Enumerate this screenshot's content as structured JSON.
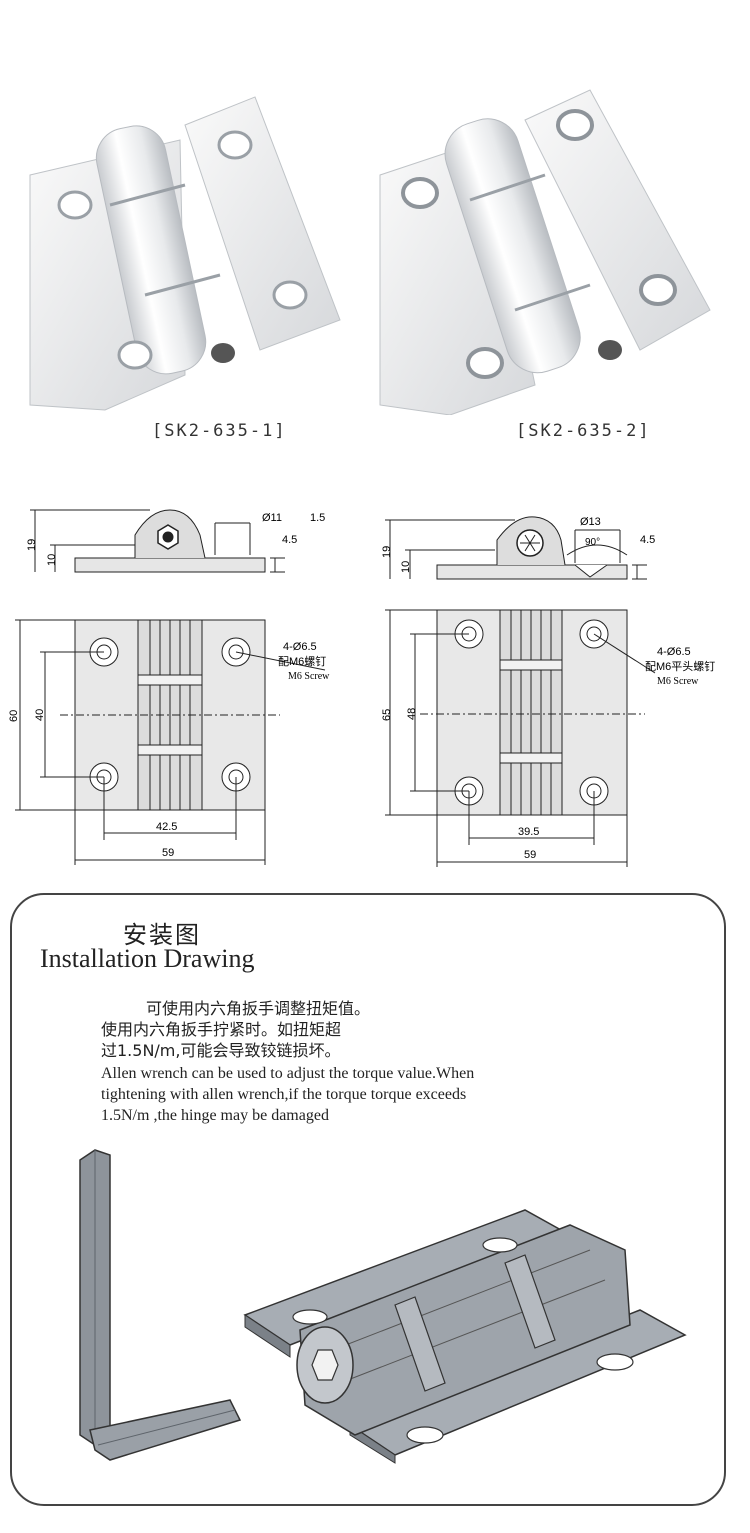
{
  "products": [
    {
      "model": "[SK2-635-1]"
    },
    {
      "model": "[SK2-635-2]"
    }
  ],
  "drawing_left": {
    "side": {
      "height_total": "19",
      "height_low": "10",
      "thickness": "4.5",
      "callout": "Ø11",
      "callout2": "1.5"
    },
    "front": {
      "height": "60",
      "hole_pitch_v": "40",
      "hole_pitch_h": "42.5",
      "width": "59",
      "note_line1": "4-Ø6.5",
      "note_line2": "配M6螺钉",
      "note_line3": "M6 Screw"
    }
  },
  "drawing_right": {
    "side": {
      "height_total": "19",
      "height_low": "10",
      "thickness": "4.5",
      "callout": "Ø13",
      "angle": "90°"
    },
    "front": {
      "height": "65",
      "hole_pitch_v": "48",
      "hole_pitch_h": "39.5",
      "width": "59",
      "note_line1": "4-Ø6.5",
      "note_line2": "配M6平头螺钉",
      "note_line3": "M6 Screw"
    }
  },
  "installation": {
    "title_cn": "安装图",
    "title_en": "Installation Drawing",
    "text_cn_1": "可使用内六角扳手调整扭矩值。",
    "text_cn_2": "使用内六角扳手拧紧时。如扭矩超",
    "text_cn_3": "过1.5N/m,可能会导致铰链损坏。",
    "text_en_1": "Allen wrench can be used to adjust the torque value.When",
    "text_en_2": "tightening with allen wrench,if the torque torque exceeds",
    "text_en_3": "1.5N/m ,the hinge may be damaged"
  }
}
